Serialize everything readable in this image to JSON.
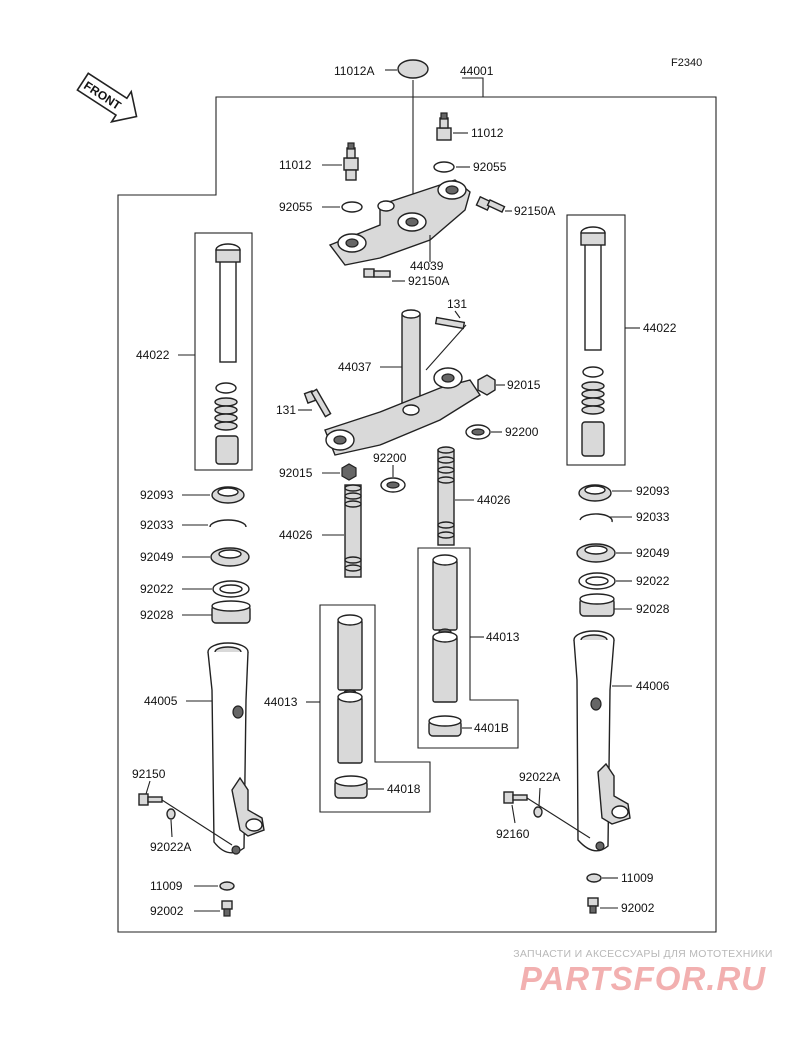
{
  "figure_code": "F2340",
  "front_label": "FRONT",
  "labels": {
    "l_11012A": "11012A",
    "l_44001": "44001",
    "l_11012_r": "11012",
    "l_92055_r": "92055",
    "l_11012_l": "11012",
    "l_92055_l": "92055",
    "l_92150A_top": "92150A",
    "l_44039": "44039",
    "l_92150A_bot": "92150A",
    "l_131_top": "131",
    "l_44022_l": "44022",
    "l_44022_r": "44022",
    "l_44037": "44037",
    "l_92015_r": "92015",
    "l_131_l": "131",
    "l_92200_r": "92200",
    "l_92015_l": "92015",
    "l_92200_c": "92200",
    "l_92093_l": "92093",
    "l_92093_r": "92093",
    "l_44026_r": "44026",
    "l_92033_l": "92033",
    "l_92033_r": "92033",
    "l_44026_l": "44026",
    "l_92049_l": "92049",
    "l_92049_r": "92049",
    "l_92022_l": "92022",
    "l_92022_r": "92022",
    "l_92028_l": "92028",
    "l_92028_r": "92028",
    "l_44013_r": "44013",
    "l_44005": "44005",
    "l_44013_l": "44013",
    "l_44006": "44006",
    "l_44018_r": "4401B",
    "l_92150": "92150",
    "l_92022A_r": "92022A",
    "l_44018_b": "44018",
    "l_92160": "92160",
    "l_92022A_l": "92022A",
    "l_11009_l": "11009",
    "l_11009_r": "11009",
    "l_92002_l": "92002",
    "l_92002_r": "92002"
  },
  "watermark": {
    "subtitle": "ЗАПЧАСТИ И АКСЕССУАРЫ ДЛЯ МОТОТЕХНИКИ",
    "logo": "PARTSFOR.RU"
  }
}
